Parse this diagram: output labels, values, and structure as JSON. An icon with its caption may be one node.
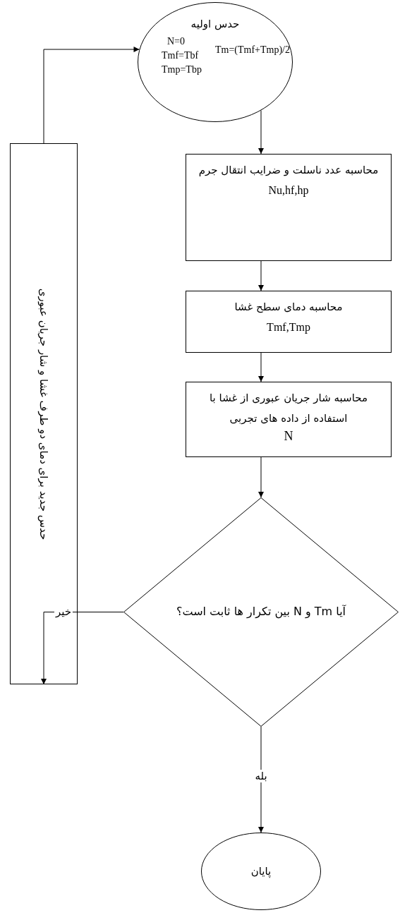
{
  "diagram": {
    "nodes": [
      {
        "text": [
          "حدس اولیه",
          "N=0",
          "Tmf=Tbf",
          "Tmp=Tbp",
          "Tm=(Tmf+Tmp)/2"
        ]
      },
      {
        "text": [
          "محاسبه عدد ناسلت و ضرایب انتقال جرم",
          "Nu,hf,hp"
        ]
      },
      {
        "text": [
          "محاسبه دمای سطح غشا",
          "Tmf,Tmp"
        ]
      },
      {
        "text": [
          "محاسبه شار جریان عبوری از غشا با استفاده از داده های تجربی",
          "N"
        ]
      },
      {
        "text": [
          "آیا Tm و N بین تکرار ها ثابت است؟"
        ]
      },
      {
        "text": [
          "حدس جدید برای دمای دو طرف غشا و شار جریان عبوری"
        ]
      },
      {
        "text": [
          "پایان"
        ]
      }
    ],
    "edges": [
      {
        "from": 0,
        "to": 1,
        "arrow": "to"
      },
      {
        "from": 1,
        "to": 2,
        "arrow": "to"
      },
      {
        "from": 2,
        "to": 3,
        "arrow": "to"
      },
      {
        "from": 3,
        "to": 4,
        "arrow": "to"
      },
      {
        "from": 4,
        "to": 6,
        "arrow": "to",
        "label": "بله"
      },
      {
        "from": 4,
        "to": 5,
        "arrow": "to",
        "label": "خیر"
      },
      {
        "from": 5,
        "to": 0,
        "arrow": "to"
      }
    ]
  }
}
